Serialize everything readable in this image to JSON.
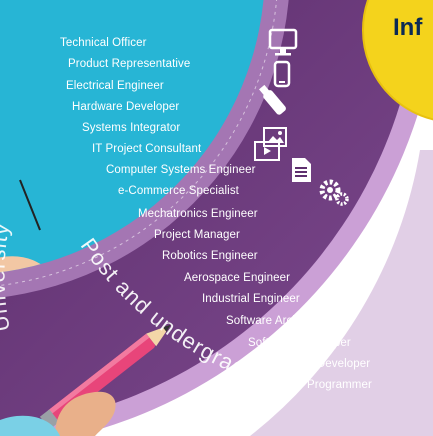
{
  "careers": [
    "Technical Officer",
    "Product Representative",
    "Electrical Engineer",
    "Hardware Developer",
    "Systems Integrator",
    "IT Project Consultant",
    "Computer Systems Engineer",
    "e-Commerce Specialist",
    "Mechatronics Engineer",
    "Project Manager",
    "Robotics Engineer",
    "Aerospace Engineer",
    "Industrial Engineer",
    "Software Architect",
    "Software Developer",
    "Games Developer",
    "Programmer"
  ],
  "arc_label_top": "University",
  "arc_label_bottom": "Post and undergraduate",
  "brand_fragment": "Inf",
  "icons": [
    "monitor-icon",
    "phone-icon",
    "usb-drive-icon",
    "picture-icon",
    "video-icon",
    "document-icon",
    "gears-icon"
  ],
  "colors": {
    "dark_purple": "#4a2356",
    "mid_purple": "#7a3e8e",
    "light_purple": "#c79bd3",
    "cyan_bg": "#1fb6d6",
    "yellow_circle": "#f6d21d",
    "pink": "#e8457a",
    "brand_navy": "#0a2a55"
  }
}
